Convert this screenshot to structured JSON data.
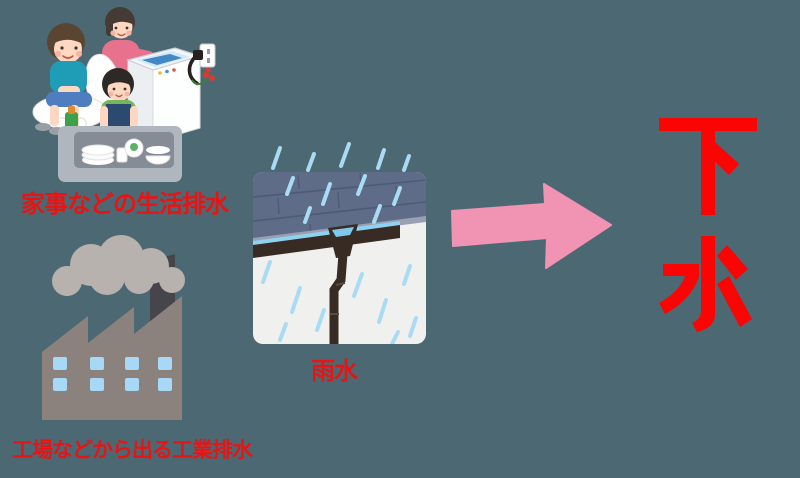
{
  "page": {
    "background": "#4c6973"
  },
  "captions": {
    "domestic": "家事などの生活排水",
    "industrial": "工場などから出る工業排水",
    "rain": "雨水"
  },
  "result": {
    "label": "下水"
  },
  "colors": {
    "caption_red": "#e81414",
    "result_red": "#fb0404",
    "arrow_pink": "#f193b3"
  },
  "illustrations": {
    "domestic": "family-doing-household-chores",
    "industrial": "factory-with-smokestack",
    "rain": "roof-with-rain-and-gutter",
    "arrow": "right-arrow"
  }
}
